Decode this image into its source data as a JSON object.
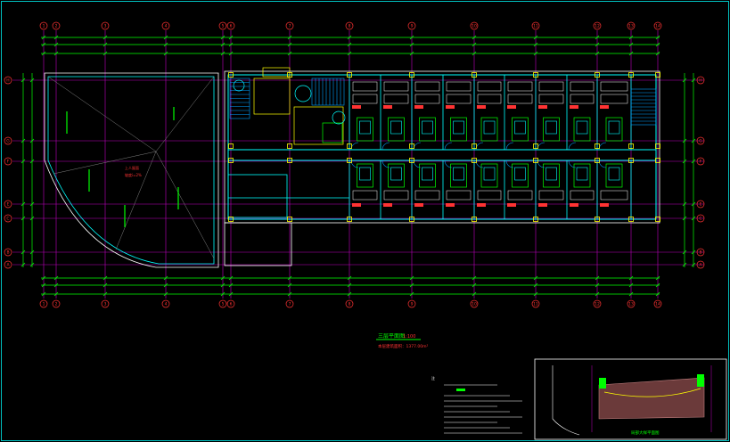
{
  "drawing": {
    "background": "#000000",
    "axis_labels_top": [
      "1",
      "2",
      "3",
      "4",
      "5",
      "6",
      "7",
      "8",
      "9",
      "10",
      "11",
      "12",
      "13",
      "14"
    ],
    "axis_labels_left": [
      "H",
      "G",
      "F",
      "E",
      "C",
      "B",
      "A"
    ],
    "title_label": "三层平面图",
    "scale_label": "1:100",
    "area_label": "本层建筑面积：1377.00m²",
    "notes_heading": "注",
    "inset_title": "局部大样平面图",
    "colors": {
      "axis_line": "#c000c0",
      "wall": "#00ffff",
      "column": "#ffff00",
      "dimension": "#00ff00",
      "text": "#ff3333",
      "furniture": "#ffffff",
      "frame": "#00c0c0",
      "hatch": "#c08080",
      "stair": "#00a0ff"
    }
  }
}
